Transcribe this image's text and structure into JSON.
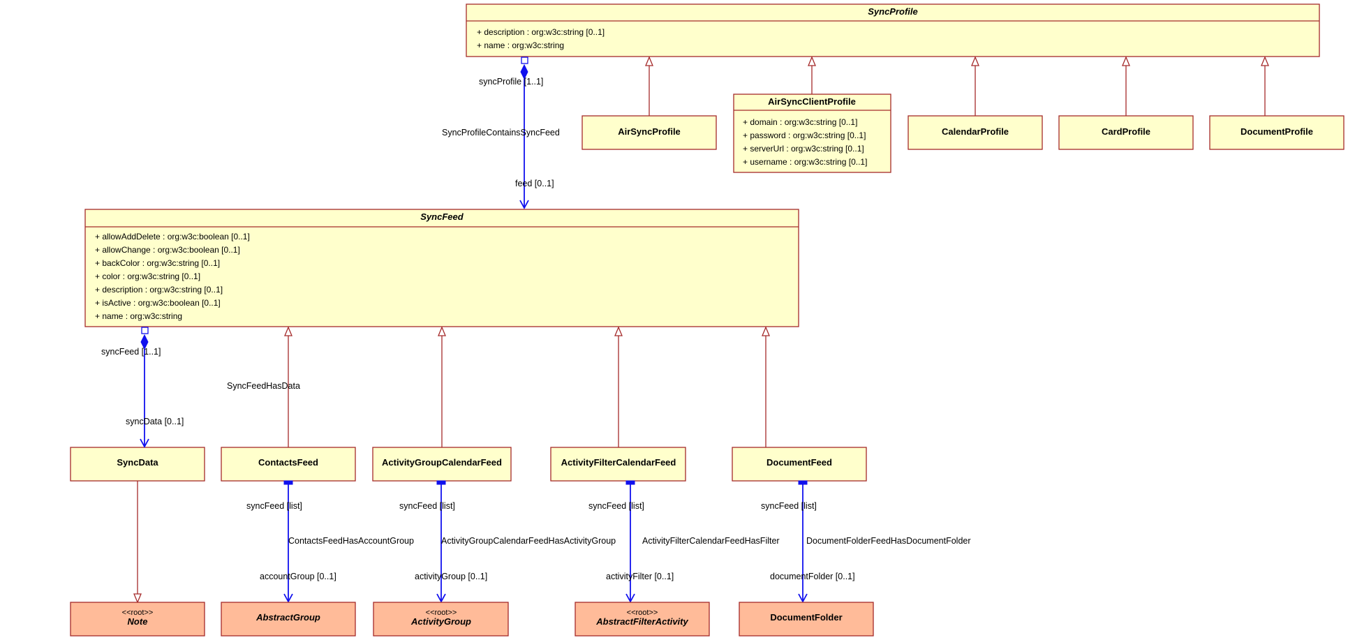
{
  "classes": {
    "sync_profile": {
      "name": "SyncProfile",
      "attributes": [
        "+ description : org:w3c:string [0..1]",
        "+ name : org:w3c:string"
      ]
    },
    "air_sync_profile": {
      "name": "AirSyncProfile"
    },
    "air_sync_client_profile": {
      "name": "AirSyncClientProfile",
      "attributes": [
        "+ domain : org:w3c:string [0..1]",
        "+ password : org:w3c:string [0..1]",
        "+ serverUrl : org:w3c:string [0..1]",
        "+ username : org:w3c:string [0..1]"
      ]
    },
    "calendar_profile": {
      "name": "CalendarProfile"
    },
    "card_profile": {
      "name": "CardProfile"
    },
    "document_profile": {
      "name": "DocumentProfile"
    },
    "sync_feed": {
      "name": "SyncFeed",
      "attributes": [
        "+ allowAddDelete : org:w3c:boolean [0..1]",
        "+ allowChange : org:w3c:boolean [0..1]",
        "+ backColor : org:w3c:string [0..1]",
        "+ color : org:w3c:string [0..1]",
        "+ description : org:w3c:string [0..1]",
        "+ isActive : org:w3c:boolean [0..1]",
        "+ name : org:w3c:string"
      ]
    },
    "sync_data": {
      "name": "SyncData"
    },
    "contacts_feed": {
      "name": "ContactsFeed"
    },
    "activity_group_calendar_feed": {
      "name": "ActivityGroupCalendarFeed"
    },
    "activity_filter_calendar_feed": {
      "name": "ActivityFilterCalendarFeed"
    },
    "document_feed": {
      "name": "DocumentFeed"
    },
    "note": {
      "stereotype": "<<root>>",
      "name": "Note"
    },
    "abstract_group": {
      "name": "AbstractGroup"
    },
    "activity_group": {
      "stereotype": "<<root>>",
      "name": "ActivityGroup"
    },
    "abstract_filter_activity": {
      "stereotype": "<<root>>",
      "name": "AbstractFilterActivity"
    },
    "document_folder": {
      "name": "DocumentFolder"
    }
  },
  "associations": {
    "profile_feed": {
      "source_role": "syncProfile [1..1]",
      "name": "SyncProfileContainsSyncFeed",
      "target_role": "feed [0..1]"
    },
    "feed_data": {
      "source_role": "syncFeed [1..1]",
      "name": "SyncFeedHasData",
      "target_role": "syncData [0..1]"
    },
    "contacts_group": {
      "source_role": "syncFeed [list]",
      "name": "ContactsFeedHasAccountGroup",
      "target_role": "accountGroup [0..1]"
    },
    "calendar_group": {
      "source_role": "syncFeed [list]",
      "name": "ActivityGroupCalendarFeedHasActivityGroup",
      "target_role": "activityGroup [0..1]"
    },
    "calendar_filter": {
      "source_role": "syncFeed [list]",
      "name": "ActivityFilterCalendarFeedHasFilter",
      "target_role": "activityFilter [0..1]"
    },
    "document_folder": {
      "source_role": "syncFeed [list]",
      "name": "DocumentFolderFeedHasDocumentFolder",
      "target_role": "documentFolder [0..1]"
    }
  },
  "colors": {
    "class_fill": "#ffffcc",
    "root_fill": "#ffbb99",
    "border": "#a52a2a",
    "association": "#1010ee"
  }
}
